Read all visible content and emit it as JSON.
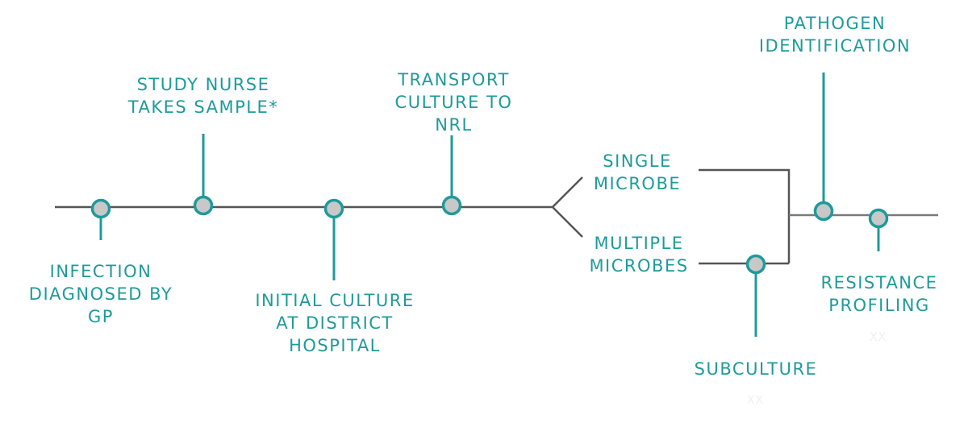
{
  "timeline": {
    "infection": "INFECTION\nDIAGNOSED BY\nGP",
    "study_nurse": "STUDY NURSE\nTAKES SAMPLE*",
    "initial_culture": "INITIAL CULTURE\nAT DISTRICT\nHOSPITAL",
    "transport": "TRANSPORT\nCULTURE TO\nNRL",
    "single_microbe": "SINGLE\nMICROBE",
    "multiple_microbes": "MULTIPLE\nMICROBES",
    "subculture": "SUBCULTURE",
    "pathogen_id": "PATHOGEN\nIDENTIFICATION",
    "resistance": "RESISTANCE\nPROFILING",
    "faint_mark_1": "XX",
    "faint_mark_2": "XX"
  },
  "colors": {
    "teal": "#1f9a9a",
    "line": "#555555",
    "node_fill": "#c8c8c8"
  }
}
